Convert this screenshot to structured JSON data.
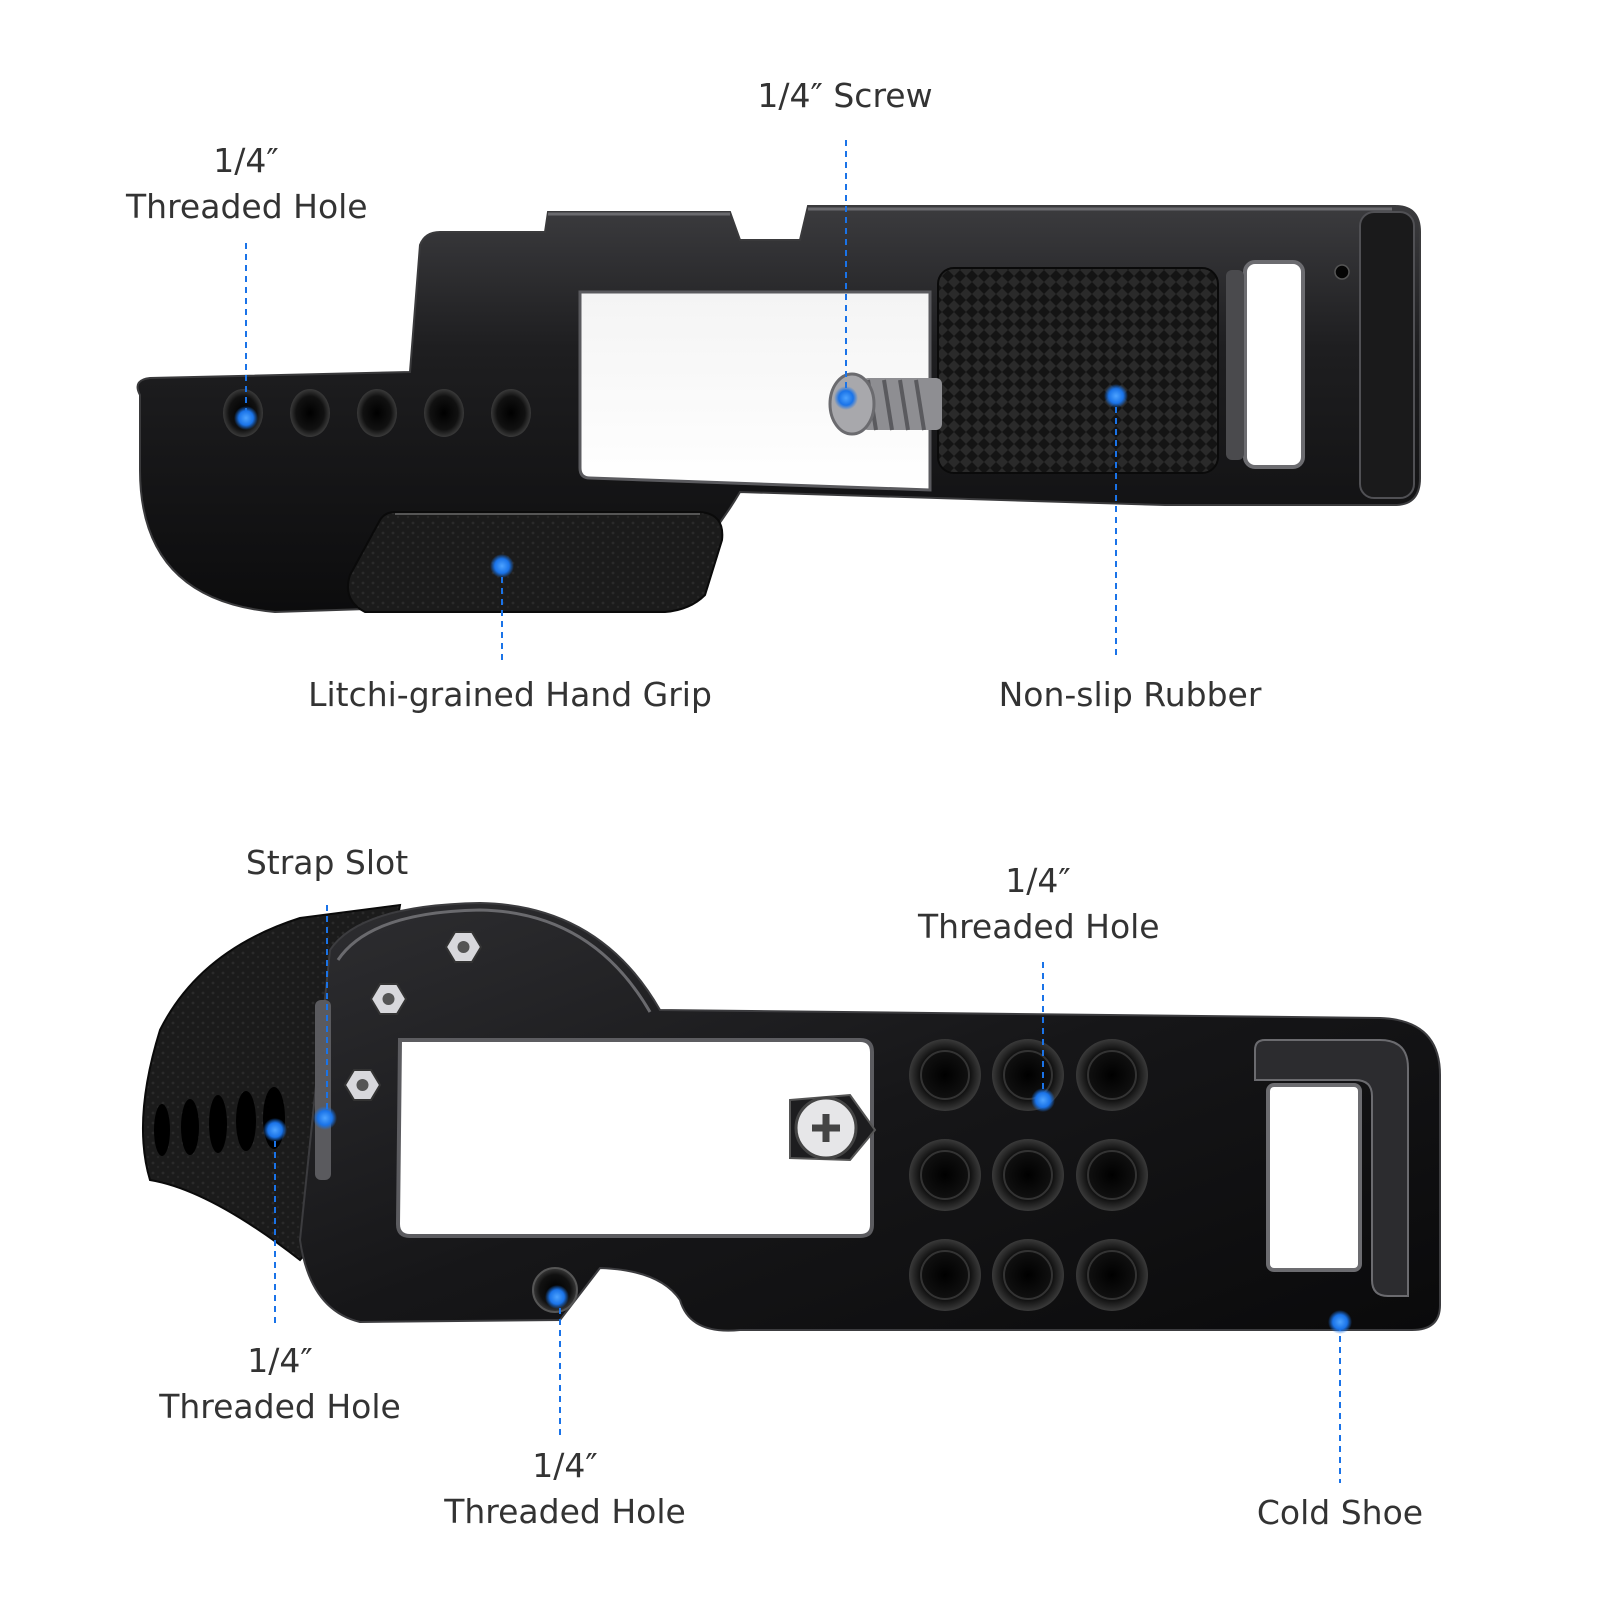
{
  "callouts": {
    "top_threaded_hole": {
      "line1": "1/4″",
      "line2": "Threaded Hole"
    },
    "top_screw": {
      "line1": "1/4″ Screw"
    },
    "hand_grip": {
      "line1": "Litchi-grained Hand Grip"
    },
    "rubber": {
      "line1": "Non-slip Rubber"
    },
    "strap_slot": {
      "line1": "Strap Slot"
    },
    "bottom_right_threaded_hole": {
      "line1": "1/4″",
      "line2": "Threaded Hole"
    },
    "bottom_left_threaded_hole": {
      "line1": "1/4″",
      "line2": "Threaded Hole"
    },
    "bottom_center_threaded_hole": {
      "line1": "1/4″",
      "line2": "Threaded Hole"
    },
    "cold_shoe": {
      "line1": "Cold Shoe"
    }
  },
  "colors": {
    "accent": "#1a73e8",
    "metal": "#1c1c1e",
    "metal_edge": "#3a3a3c",
    "text": "#333333"
  },
  "icons": [
    "screw-icon",
    "threaded-hole-icon",
    "hex-bolt-icon"
  ]
}
